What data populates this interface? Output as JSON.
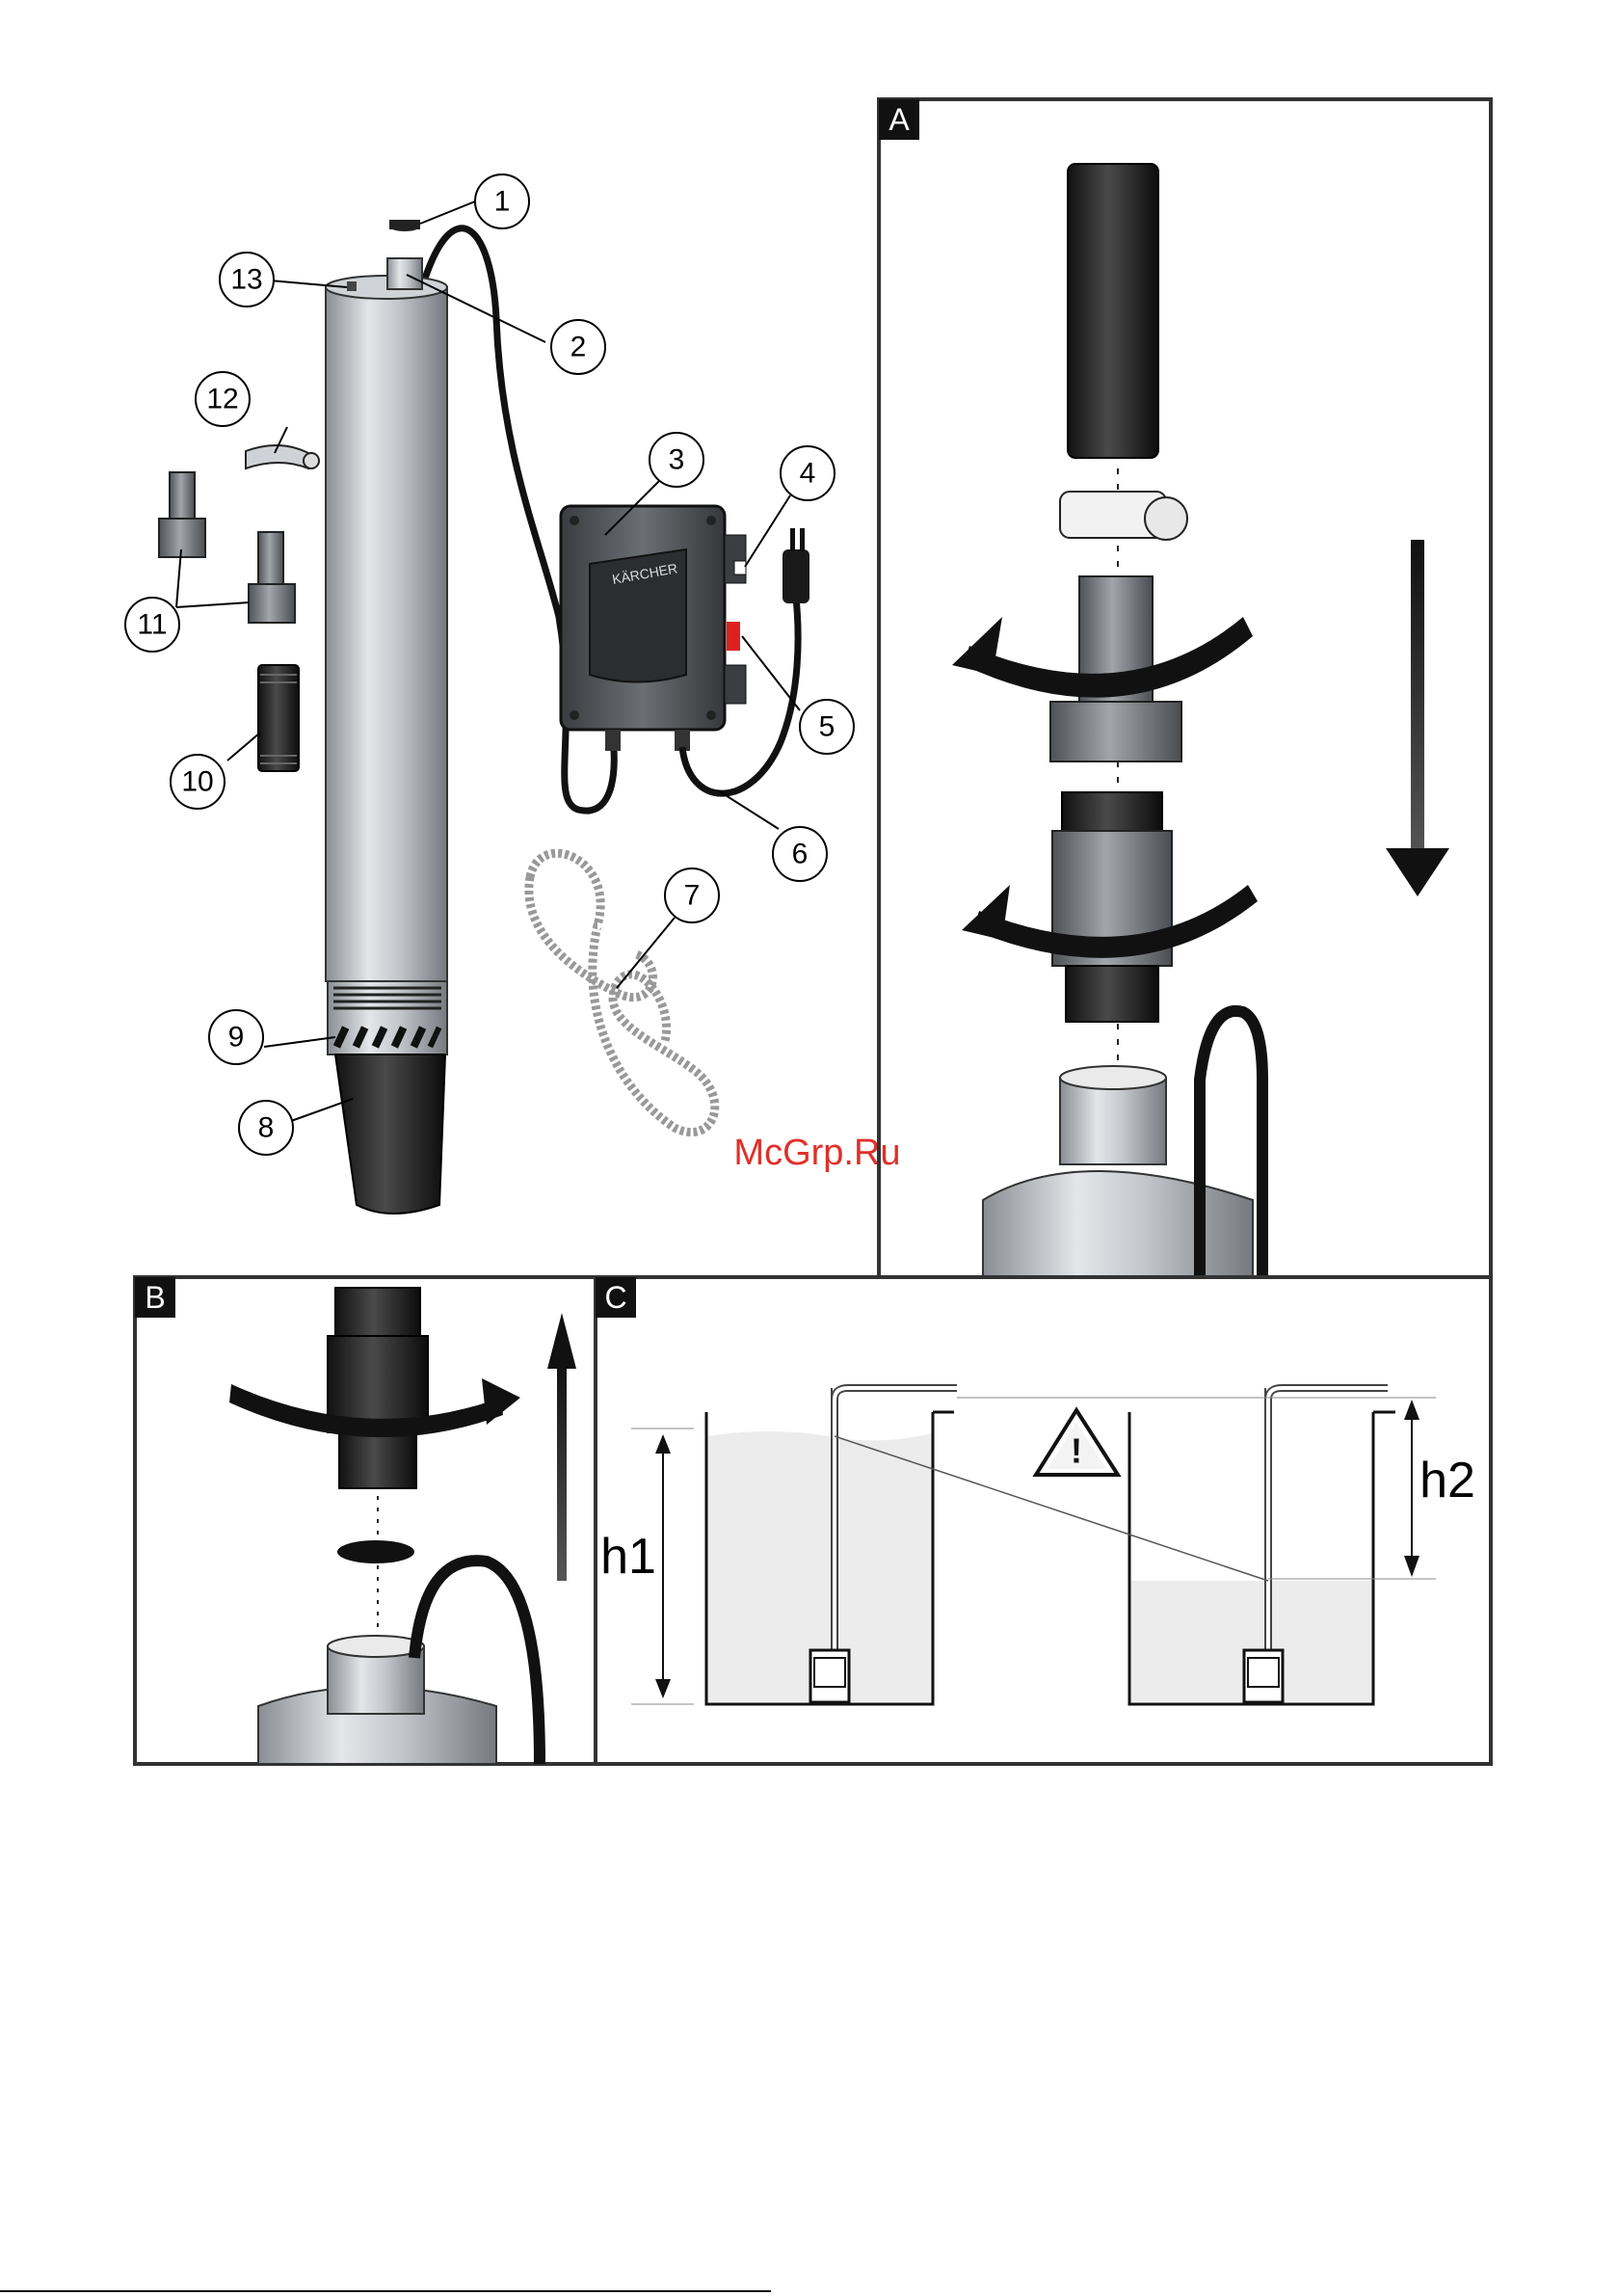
{
  "main_figure": {
    "callouts": [
      {
        "id": "1",
        "label": "1"
      },
      {
        "id": "2",
        "label": "2"
      },
      {
        "id": "3",
        "label": "3"
      },
      {
        "id": "4",
        "label": "4"
      },
      {
        "id": "5",
        "label": "5"
      },
      {
        "id": "6",
        "label": "6"
      },
      {
        "id": "7",
        "label": "7"
      },
      {
        "id": "8",
        "label": "8"
      },
      {
        "id": "9",
        "label": "9"
      },
      {
        "id": "10",
        "label": "10"
      },
      {
        "id": "11",
        "label": "11"
      },
      {
        "id": "12",
        "label": "12"
      },
      {
        "id": "13",
        "label": "13"
      }
    ],
    "brand_on_box": "KÄRCHER"
  },
  "panels": {
    "a": {
      "letter": "A"
    },
    "b": {
      "letter": "B"
    },
    "c": {
      "letter": "C",
      "h1": "h1",
      "h2": "h2",
      "warning_symbol": "!"
    }
  },
  "watermark": "McGrp.Ru",
  "colors": {
    "switch_red": "#e02020",
    "watermark": "#e0302a",
    "pump_body": "#b8bcc2",
    "dark_parts": "#2a2a2a"
  }
}
